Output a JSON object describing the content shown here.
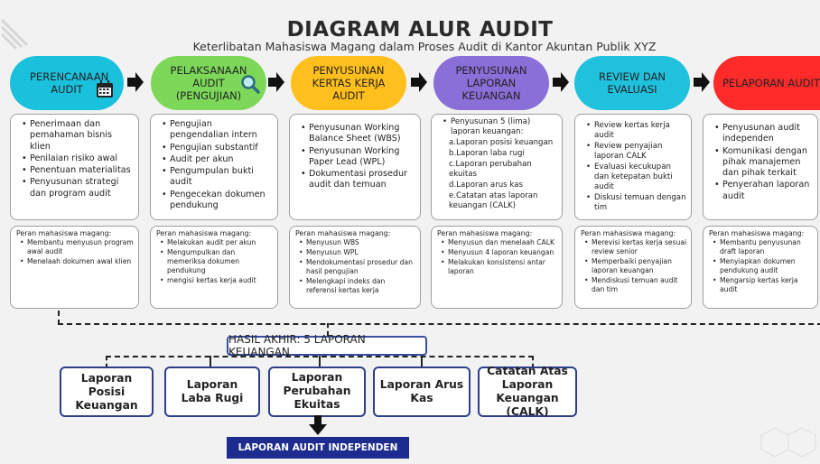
{
  "header": {
    "title": "DIAGRAM ALUR AUDIT",
    "subtitle": "Keterlibatan Mahasiswa Magang dalam Proses Audit di Kantor Akuntan Publik XYZ"
  },
  "colors": {
    "perencanaan": "#19c1dc",
    "pelaksanaan": "#7dd85a",
    "penyusunan_kka": "#ffbf1c",
    "penyusunan_lk": "#8b6fd8",
    "review": "#1fc1dd",
    "pelaporan": "#ff2a2a",
    "result_border": "#3a4f9e",
    "final_bg": "#1e2c8f"
  },
  "phases": [
    {
      "label": "PERENCANAAN AUDIT",
      "icon": "calendar-icon",
      "activities": [
        "Penerimaan dan pemahaman bisnis klien",
        "Penilaian risiko awal",
        "Penentuan materialitas",
        "Penyusunan strategi dan program audit"
      ],
      "role_header": "Peran mahasiswa magang:",
      "roles": [
        "Membantu menyusun program awal audit",
        "Menelaah dokumen awal klien"
      ]
    },
    {
      "label": "PELAKSANAAN AUDIT (PENGUJIAN)",
      "icon": "magnifier-icon",
      "activities": [
        "Pengujian pengendalian intern",
        "Pengujian substantif",
        "Audit per akun",
        "Pengumpulan bukti audit",
        "Pengecekan dokumen pendukung"
      ],
      "role_header": "Peran mahasiswa magang:",
      "roles": [
        "Melakukan audit per akun",
        "Mengumpulkan dan memeriksa dokumen pendukung",
        "mengisi kertas kerja audit"
      ]
    },
    {
      "label": "PENYUSUNAN KERTAS KERJA AUDIT",
      "activities": [
        "Penyusunan Working Balance Sheet (WBS)",
        "Penyusunan Working Paper Lead (WPL)",
        "Dokumentasi prosedur audit dan temuan"
      ],
      "role_header": "Peran mahasiswa magang:",
      "roles": [
        "Menyusun WBS",
        "Menyusun WPL",
        "Mendokumentasi prosedur dan hasil pengujian",
        "Melengkapi indeks dan referensi kertas kerja"
      ]
    },
    {
      "label": "PENYUSUNAN LAPORAN KEUANGAN",
      "activities_intro": "Penyusunan 5 (lima) laporan keuangan:",
      "activities": [
        "a.Laporan posisi keuangan",
        "b.Laporan laba rugi",
        "c.Laporan perubahan ekuitas",
        "d.Laporan arus kas",
        "e.Catatan atas laporan keuangan (CALK)"
      ],
      "role_header": "Peran mahasiswa magang:",
      "roles": [
        "Menyusun dan menelaah CALK",
        "Menyusun 4 laporan keuangan",
        "Melakukan konsistensi antar laporan"
      ]
    },
    {
      "label": "REVIEW DAN EVALUASI",
      "activities": [
        "Review kertas kerja audit",
        "Review penyajian laporan CALK",
        "Evaluasi kecukupan dan ketepatan bukti audit",
        "Diskusi temuan dengan tim"
      ],
      "role_header": "Peran mahasiswa magang:",
      "roles": [
        "Merevisi kertas kerja sesuai review senior",
        "Memperbaiki penyajian laporan keuangan",
        "Mendiskusi temuan audit dan tim"
      ]
    },
    {
      "label": "PELAPORAN AUDIT",
      "activities": [
        "Penyusunan audit independen",
        "Komunikasi dengan pihak manajemen dan pihak terkait",
        "Penyerahan laporan audit"
      ],
      "role_header": "Peran mahasiswa magang:",
      "roles": [
        "Membantu penyusunan draft laporan",
        "Menyiapkan dokumen pendukung audit",
        "Mengarsip kertas kerja audit"
      ]
    }
  ],
  "result": {
    "label": "HASIL AKHIR: 5 LAPORAN KEUANGAN"
  },
  "reports": [
    "Laporan Posisi Keuangan",
    "Laporan Laba Rugi",
    "Laporan Perubahan Ekuitas",
    "Laporan Arus Kas",
    "Catatan Atas Laporan Keuangan (CALK)"
  ],
  "final": {
    "label": "LAPORAN AUDIT INDEPENDEN"
  }
}
